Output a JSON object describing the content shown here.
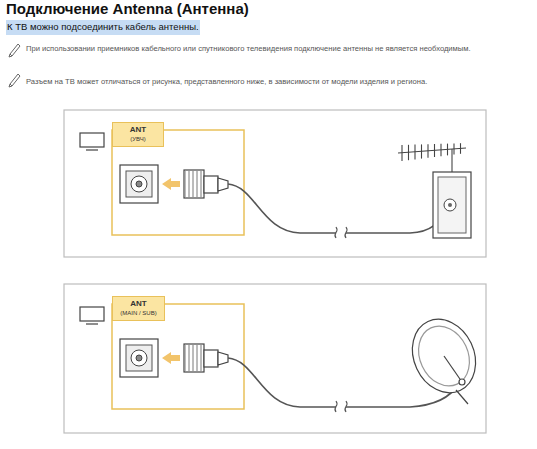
{
  "diagram": {
    "title": "Подключение Antenna (Антенна)",
    "nodes": [
      {
        "text": [
          "ANT",
          "(УВЧ)"
        ]
      },
      {
        "text": [
          "ANT",
          "(MAIN / SUB)"
        ]
      }
    ],
    "labels": [
      "К ТВ можно подсоединить кабель антенны.",
      "При использовании приемников кабельного или спутникового телевидения подключение антенны не является необходимым.",
      "Разъем на ТВ может отличаться от рисунка, представленного ниже, в зависимости от модели изделия и региона."
    ]
  }
}
